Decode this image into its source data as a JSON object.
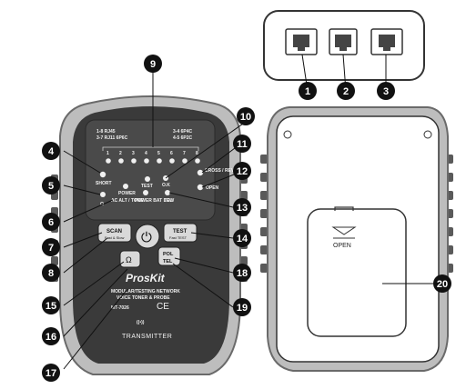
{
  "callouts": [
    "1",
    "2",
    "3",
    "4",
    "5",
    "6",
    "7",
    "8",
    "9",
    "10",
    "11",
    "12",
    "13",
    "14",
    "15",
    "16",
    "17",
    "18",
    "19",
    "20"
  ],
  "front": {
    "panel_left": [
      "1-8 RJ45",
      "3-7 RJ11 6P6C"
    ],
    "panel_right": [
      "3-4 6P4C",
      "4-5 6P2C"
    ],
    "led_numbers": [
      "1",
      "2",
      "3",
      "4",
      "5",
      "6",
      "7",
      "8"
    ],
    "short_label": "SHORT",
    "cross_label": "CROSS / REVERSE",
    "open_label": "OPEN",
    "power_label": "POWER",
    "test_led_label": "TEST",
    "ok_label": "O.K",
    "alt_label": "AC ALT / TONE",
    "batt_label": "POWER BAT LOW",
    "tel_led_label": "TEL",
    "omega_led_symbol": "Ω",
    "scan_label": "SCAN",
    "scan_sub": "Fast & Slow",
    "power_button_symbol": "⏻",
    "test_btn_label": "TEST",
    "test_btn_sub": "Fast TEST",
    "omega_btn_symbol": "Ω",
    "pol_label": "POL",
    "tel_label": "TEL",
    "brand": "ProsKit",
    "product_line1": "MODULAR/TESTING NETWORK",
    "product_line2": "VOICE TONER & PROBE",
    "model": "MT-7026",
    "ce": "CE",
    "wave_symbol": "((•))",
    "transmitter": "TRANSMITTER"
  },
  "back": {
    "open_text": "OPEN"
  }
}
